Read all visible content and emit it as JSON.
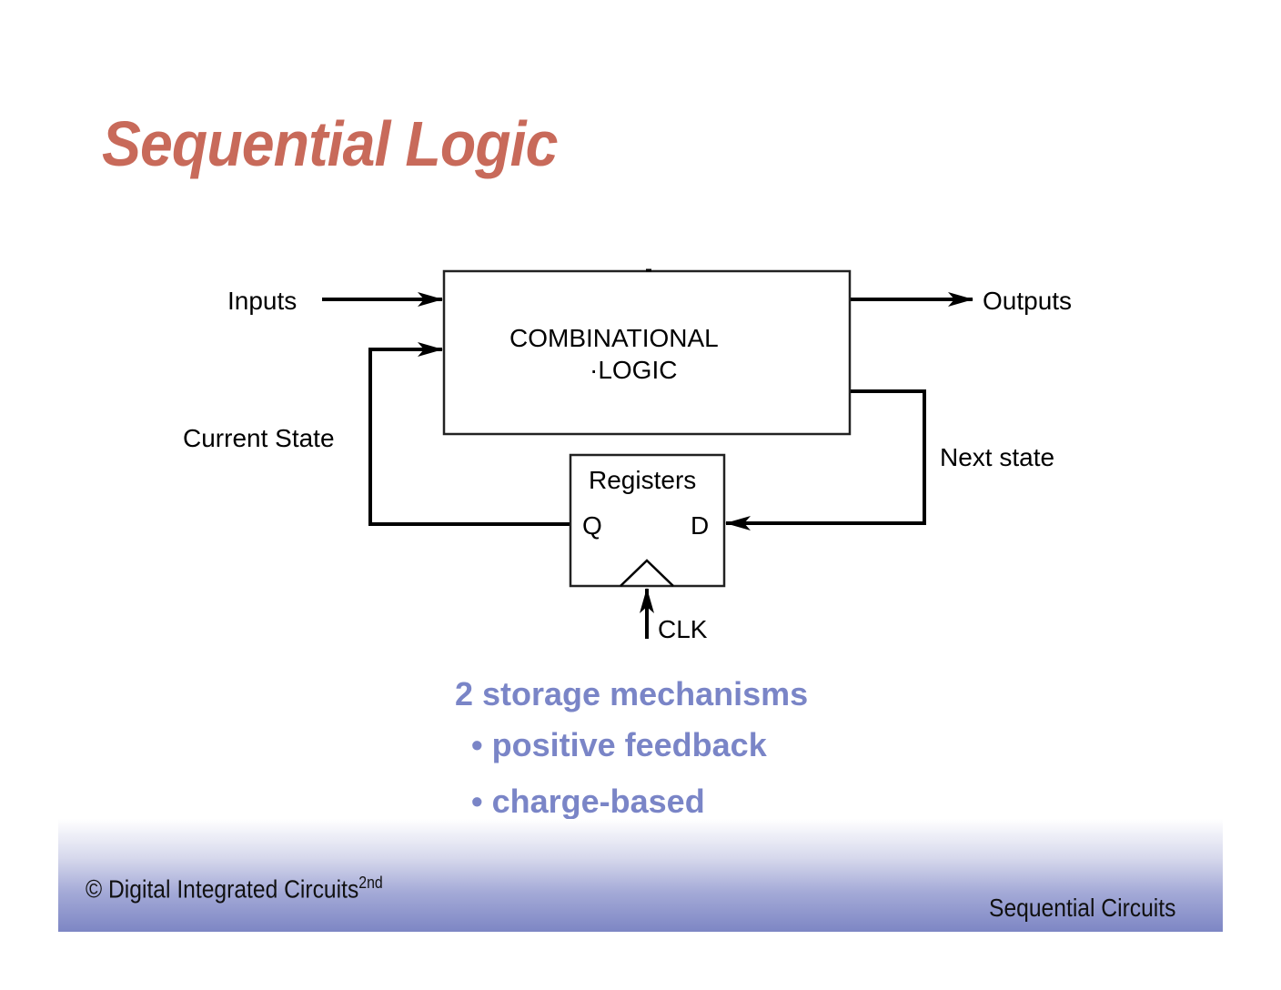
{
  "slide": {
    "title": "Sequential Logic"
  },
  "diagram": {
    "combinational_block": {
      "line1": "COMBINATIONAL",
      "line2": "·LOGIC"
    },
    "registers_block": {
      "label": "Registers",
      "q_port": "Q",
      "d_port": "D"
    },
    "signals": {
      "inputs": "Inputs",
      "outputs": "Outputs",
      "current_state": "Current State",
      "next_state": "Next state",
      "clock": "CLK"
    }
  },
  "body": {
    "heading": "2 storage mechanisms",
    "bullets": [
      "positive feedback",
      "charge-based"
    ],
    "bullet_glyph": "•",
    "text_color": "#7a85c7"
  },
  "footer": {
    "left_text": "© Digital Integrated Circuits",
    "left_superscript": "2nd",
    "right_text": "Sequential Circuits"
  },
  "colors": {
    "title": "#c86a5a",
    "footer_gradient_end": "#7d86c4"
  }
}
